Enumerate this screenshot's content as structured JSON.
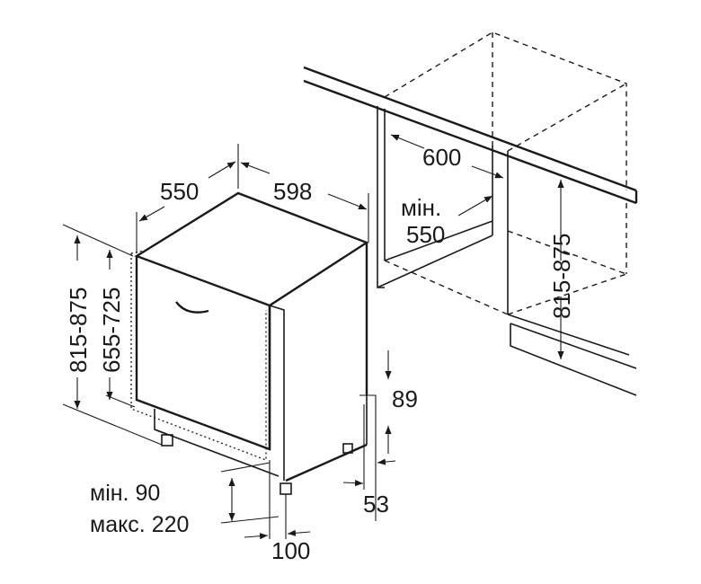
{
  "dimensions": {
    "depth_main": "550",
    "width_main": "598",
    "niche_width": "600",
    "niche_depth_prefix": "мін.",
    "niche_depth_value": "550",
    "niche_height": "815-875",
    "total_height": "815-875",
    "door_height": "655-725",
    "plinth_height": "89",
    "plinth_recess": "53",
    "foot_offset": "100",
    "leg_min": "мін. 90",
    "leg_max": "макс. 220"
  }
}
